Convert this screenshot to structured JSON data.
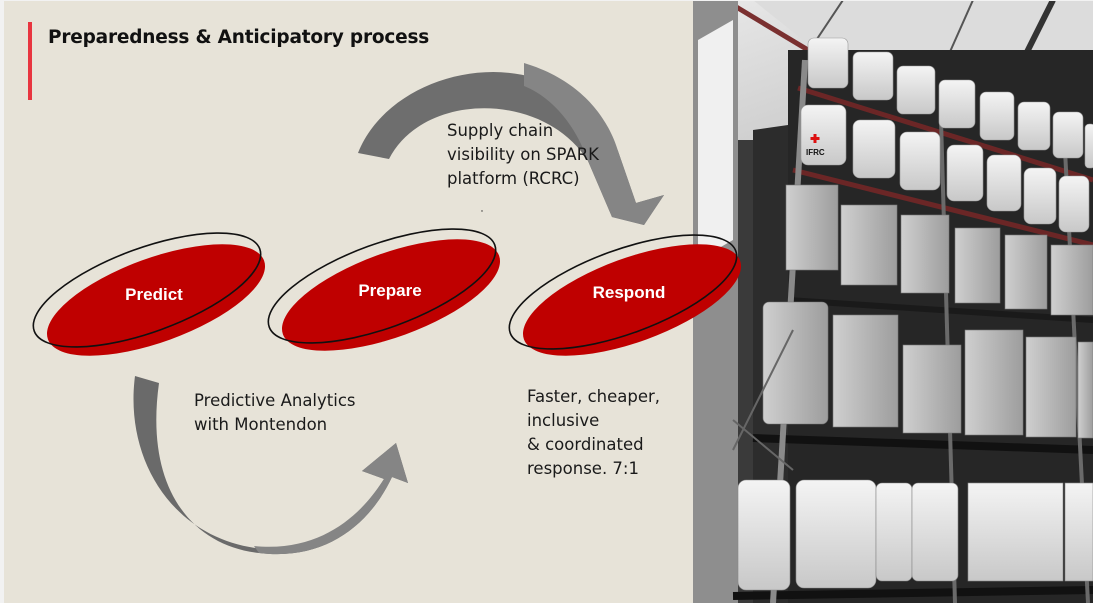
{
  "slide": {
    "title": "Preparedness & Anticipatory process",
    "accent_color": "#E8353F",
    "background_color": "#E7E3D8"
  },
  "process": {
    "stages": [
      {
        "label": "Predict",
        "color": "#BF0000"
      },
      {
        "label": "Prepare",
        "color": "#BF0000"
      },
      {
        "label": "Respond",
        "color": "#BF0000"
      }
    ],
    "arrows": [
      {
        "from": "Predict",
        "to": "Prepare",
        "caption_lines": [
          "Predictive Analytics",
          "with Montendon"
        ]
      },
      {
        "from": "Prepare",
        "to": "Respond",
        "caption_lines": [
          "Supply chain",
          "visibility on SPARK",
          "platform (RCRC)"
        ]
      }
    ],
    "outcome_lines": [
      "Faster, cheaper,",
      "inclusive",
      "& coordinated",
      "response. 7:1"
    ]
  },
  "photo": {
    "subject": "warehouse-shelves-with-relief-supplies",
    "pallet_label": "IFRC",
    "pallet_icon": "red-cross-icon"
  }
}
